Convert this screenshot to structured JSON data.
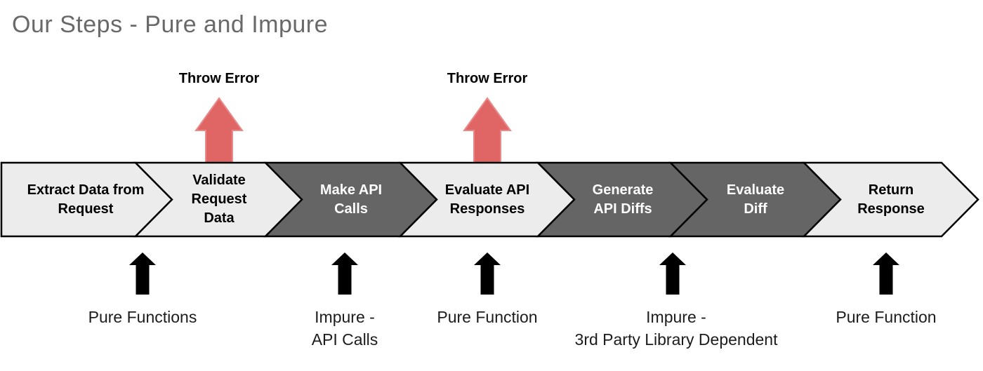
{
  "title": "Our Steps - Pure and Impure",
  "colors": {
    "chevron_light": "#ececec",
    "chevron_dark": "#656565",
    "error_arrow_red": "#e06666",
    "purity_arrow_black": "#000000",
    "title_gray": "#696969"
  },
  "flow": {
    "steps": [
      {
        "label": "Extract Data from Request",
        "variant": "light"
      },
      {
        "label": "Validate Request Data",
        "variant": "light"
      },
      {
        "label": "Make API Calls",
        "variant": "dark"
      },
      {
        "label": "Evaluate API Responses",
        "variant": "light"
      },
      {
        "label": "Generate API Diffs",
        "variant": "dark"
      },
      {
        "label": "Evaluate Diff",
        "variant": "dark"
      },
      {
        "label": "Return Response",
        "variant": "light"
      }
    ],
    "error_annotations": [
      {
        "label": "Throw Error"
      },
      {
        "label": "Throw Error"
      }
    ],
    "purity_annotations": [
      {
        "label": "Pure Functions"
      },
      {
        "label": "Impure -\nAPI Calls"
      },
      {
        "label": "Pure Function"
      },
      {
        "label": "Impure -\n3rd Party Library Dependent"
      },
      {
        "label": "Pure Function"
      }
    ]
  }
}
